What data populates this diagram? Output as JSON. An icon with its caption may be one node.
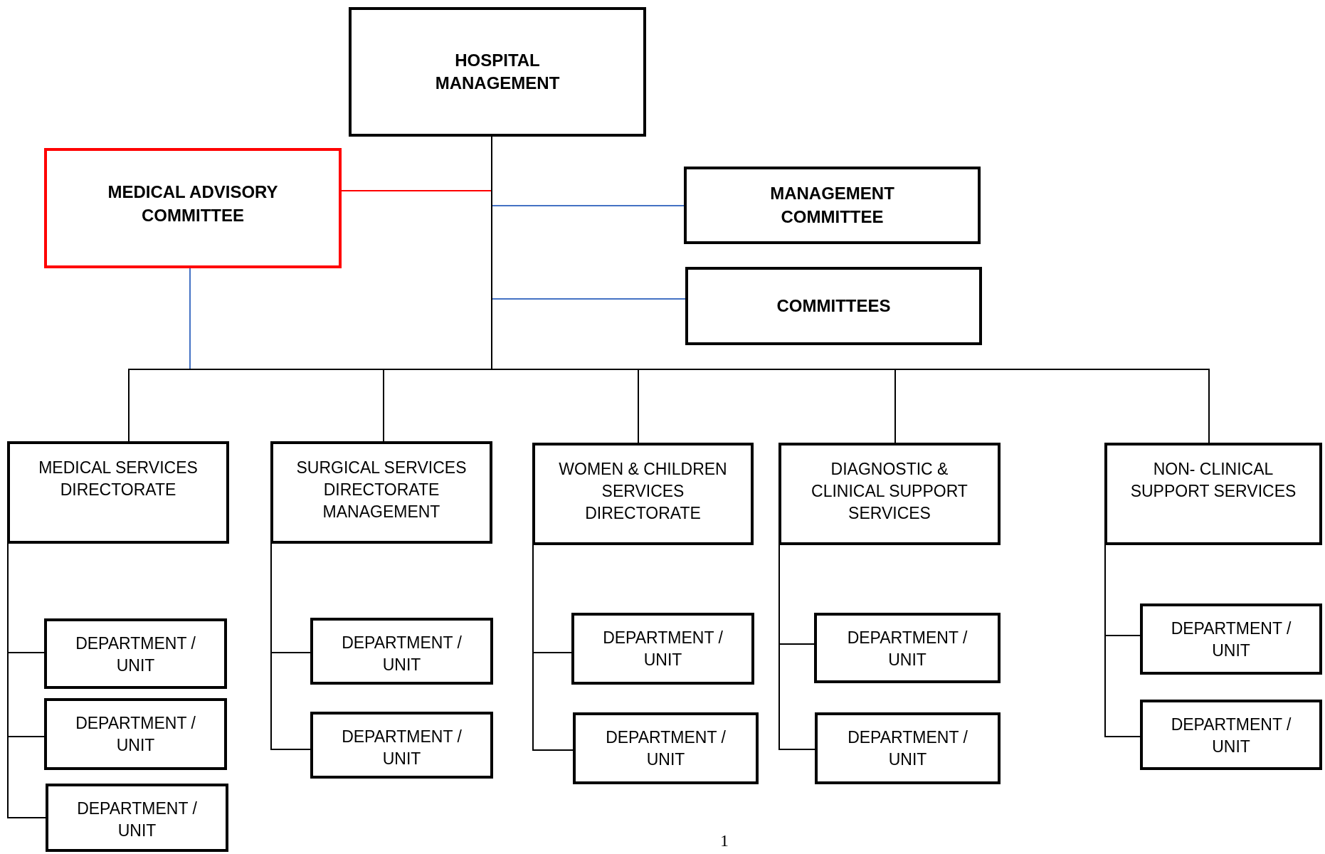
{
  "diagram": {
    "nodes": [
      {
        "text": [
          "HOSPITAL MANAGEMENT"
        ]
      },
      {
        "text": [
          "MEDICAL ADVISORY COMMITTEE"
        ]
      },
      {
        "text": [
          "MANAGEMENT COMMITTEE"
        ]
      },
      {
        "text": [
          "COMMITTEES"
        ]
      },
      {
        "text": [
          "MEDICAL SERVICES DIRECTORATE"
        ]
      },
      {
        "text": [
          "SURGICAL SERVICES DIRECTORATE MANAGEMENT"
        ]
      },
      {
        "text": [
          "WOMEN & CHILDREN SERVICES DIRECTORATE"
        ]
      },
      {
        "text": [
          "DIAGNOSTIC & CLINICAL SUPPORT SERVICES"
        ]
      },
      {
        "text": [
          "NON- CLINICAL SUPPORT SERVICES"
        ]
      },
      {
        "text": [
          "DEPARTMENT / UNIT"
        ]
      },
      {
        "text": [
          "DEPARTMENT / UNIT"
        ]
      },
      {
        "text": [
          "DEPARTMENT / UNIT"
        ]
      },
      {
        "text": [
          "DEPARTMENT / UNIT"
        ]
      },
      {
        "text": [
          "DEPARTMENT / UNIT"
        ]
      },
      {
        "text": [
          "DEPARTMENT / UNIT"
        ]
      },
      {
        "text": [
          "DEPARTMENT / UNIT"
        ]
      },
      {
        "text": [
          "DEPARTMENT / UNIT"
        ]
      },
      {
        "text": [
          "DEPARTMENT / UNIT"
        ]
      },
      {
        "text": [
          "DEPARTMENT / UNIT"
        ]
      },
      {
        "text": [
          "DEPARTMENT / UNIT"
        ]
      }
    ],
    "edges": [
      {
        "from": 0,
        "to": 1,
        "arrow": "none",
        "color": "#ff0000"
      },
      {
        "from": 0,
        "to": 2,
        "arrow": "none",
        "color": "#4472c4"
      },
      {
        "from": 0,
        "to": 3,
        "arrow": "none",
        "color": "#4472c4"
      },
      {
        "from": 1,
        "to": 4,
        "arrow": "none",
        "color": "#4472c4"
      },
      {
        "from": 0,
        "to": 4,
        "arrow": "none"
      },
      {
        "from": 0,
        "to": 5,
        "arrow": "none"
      },
      {
        "from": 0,
        "to": 6,
        "arrow": "none"
      },
      {
        "from": 0,
        "to": 7,
        "arrow": "none"
      },
      {
        "from": 0,
        "to": 8,
        "arrow": "none"
      },
      {
        "from": 4,
        "to": 9,
        "arrow": "none"
      },
      {
        "from": 4,
        "to": 10,
        "arrow": "none"
      },
      {
        "from": 4,
        "to": 11,
        "arrow": "none"
      },
      {
        "from": 5,
        "to": 12,
        "arrow": "none"
      },
      {
        "from": 5,
        "to": 13,
        "arrow": "none"
      },
      {
        "from": 6,
        "to": 14,
        "arrow": "none"
      },
      {
        "from": 6,
        "to": 15,
        "arrow": "none"
      },
      {
        "from": 7,
        "to": 16,
        "arrow": "none"
      },
      {
        "from": 7,
        "to": 17,
        "arrow": "none"
      },
      {
        "from": 8,
        "to": 18,
        "arrow": "none"
      },
      {
        "from": 8,
        "to": 19,
        "arrow": "none"
      }
    ],
    "labels": [
      "1"
    ]
  }
}
